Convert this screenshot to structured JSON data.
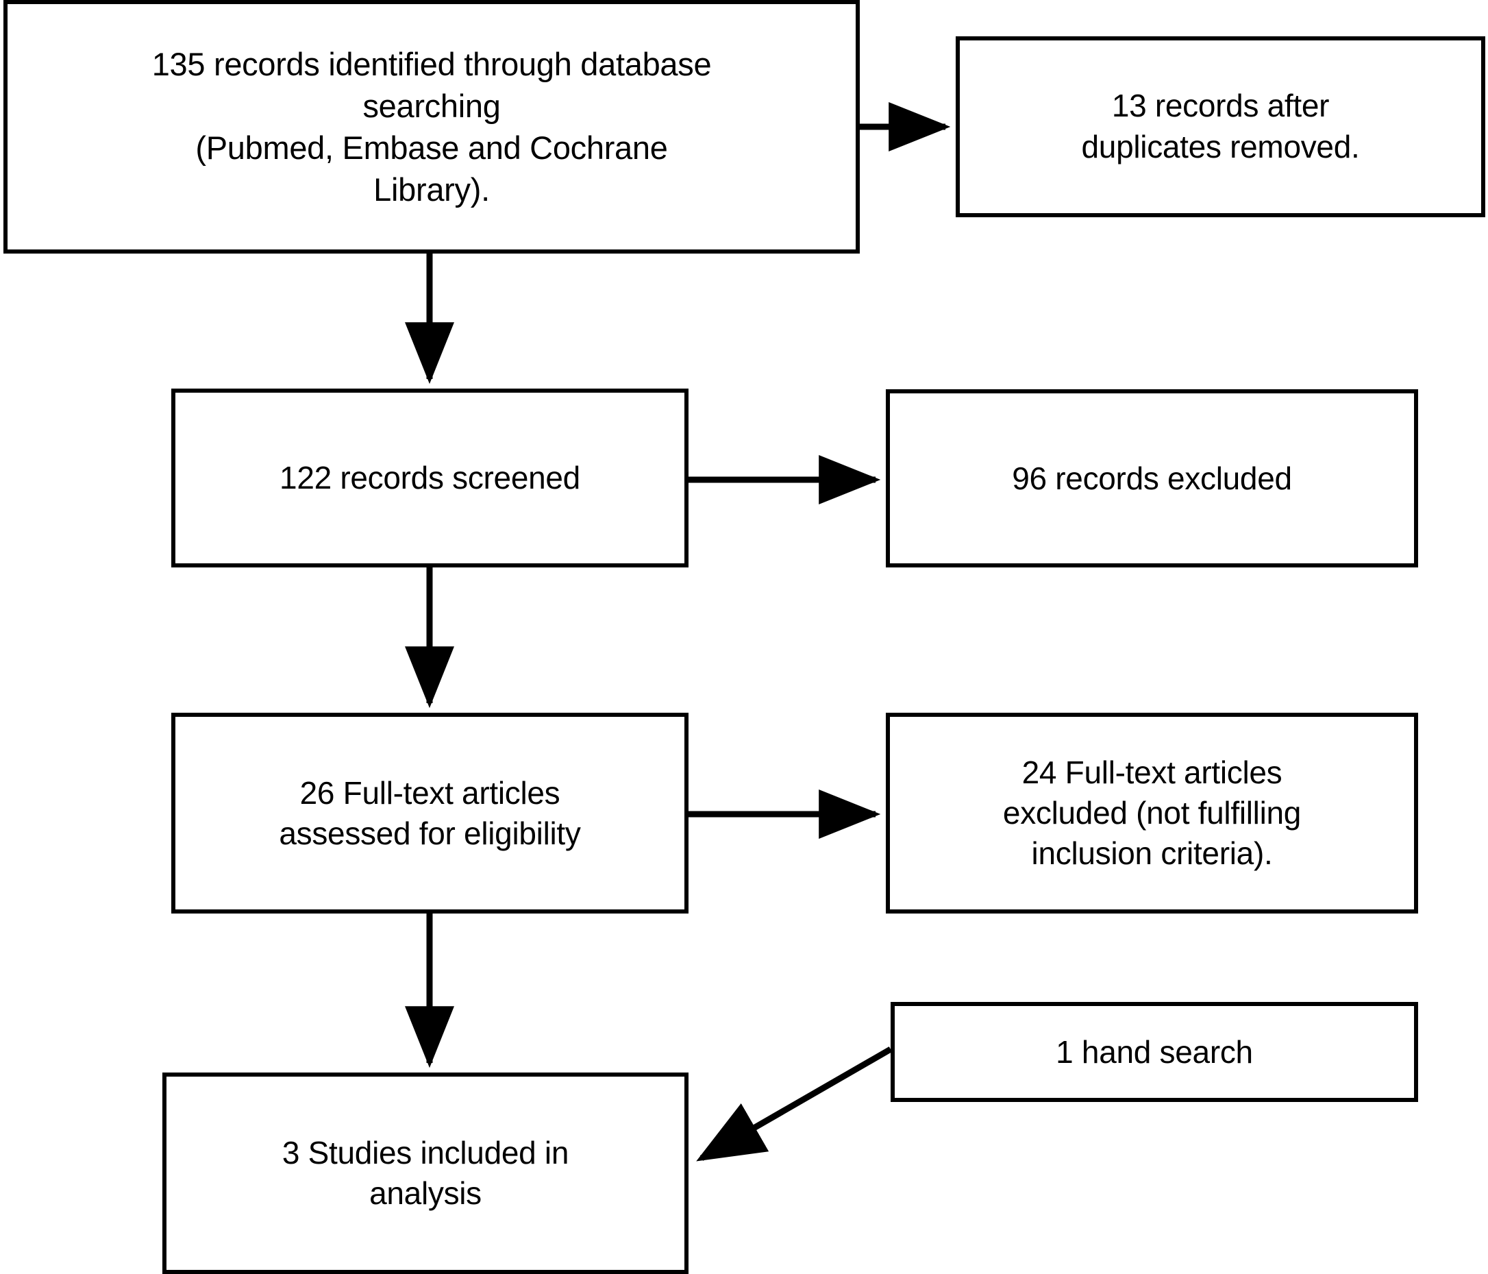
{
  "diagram": {
    "type": "prisma-flow-diagram",
    "title": "",
    "colors": {
      "box_border": "#000000",
      "box_fill": "#ffffff",
      "connector": "#000000",
      "text": "#000000",
      "background": "#ffffff"
    },
    "nodes": [
      {
        "id": "identified",
        "label": "135 records identified through database\nsearching\n(Pubmed, Embase and Cochrane\nLibrary).",
        "count": 135,
        "stage": "identification"
      },
      {
        "id": "duplicates",
        "label": "13  records after\nduplicates removed.",
        "count": 13,
        "stage": "identification"
      },
      {
        "id": "screened",
        "label": "122 records screened",
        "count": 122,
        "stage": "screening"
      },
      {
        "id": "excluded",
        "label": "96 records excluded",
        "count": 96,
        "stage": "screening"
      },
      {
        "id": "fulltext",
        "label": "26 Full-text articles\nassessed for eligibility",
        "count": 26,
        "stage": "eligibility"
      },
      {
        "id": "ftexcluded",
        "label": "24 Full-text articles\nexcluded (not fulfilling\ninclusion criteria).",
        "count": 24,
        "stage": "eligibility"
      },
      {
        "id": "handsearch",
        "label": "1 hand search",
        "count": 1,
        "stage": "identification"
      },
      {
        "id": "included",
        "label": "3 Studies included in\nanalysis",
        "count": 3,
        "stage": "included"
      }
    ],
    "connectors": [
      {
        "id": "identified-to-duplicates",
        "from": "identified",
        "to": "duplicates",
        "direction": "right"
      },
      {
        "id": "identified-to-screened",
        "from": "identified",
        "to": "screened",
        "direction": "down"
      },
      {
        "id": "screened-to-excluded",
        "from": "screened",
        "to": "excluded",
        "direction": "right"
      },
      {
        "id": "screened-to-fulltext",
        "from": "screened",
        "to": "fulltext",
        "direction": "down"
      },
      {
        "id": "fulltext-to-ftexcluded",
        "from": "fulltext",
        "to": "ftexcluded",
        "direction": "right"
      },
      {
        "id": "fulltext-to-included",
        "from": "fulltext",
        "to": "included",
        "direction": "down"
      },
      {
        "id": "handsearch-to-included",
        "from": "handsearch",
        "to": "included",
        "direction": "diagonal-down-left"
      }
    ]
  }
}
